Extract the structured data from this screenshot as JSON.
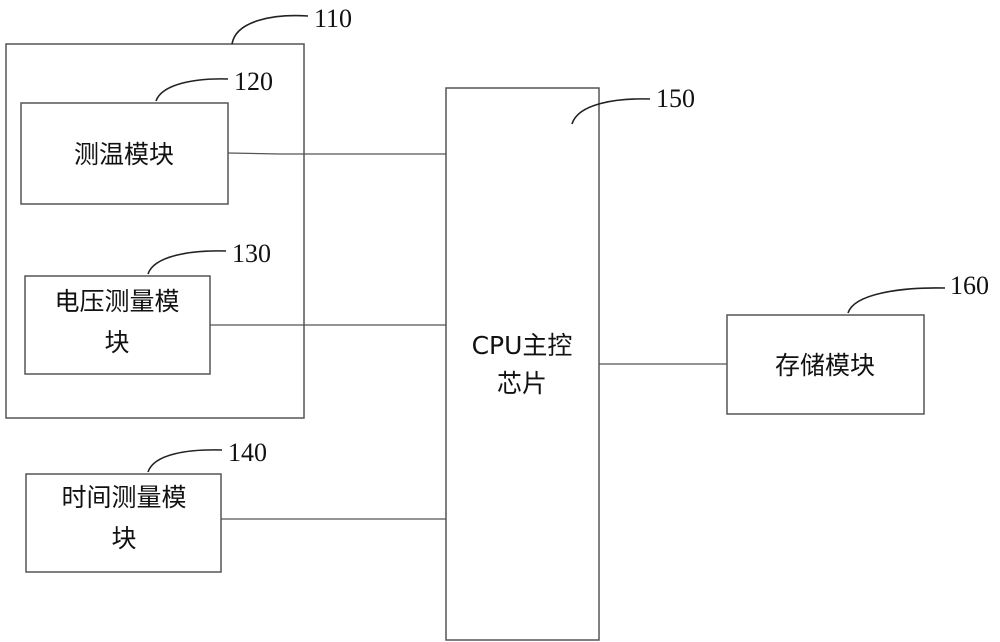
{
  "diagram": {
    "reference_numerals": {
      "group": "110",
      "temperature": "120",
      "voltage": "130",
      "time": "140",
      "cpu": "150",
      "storage": "160"
    },
    "modules": {
      "temperature": {
        "line1": "测温模块"
      },
      "voltage": {
        "line1": "电压测量模",
        "line2": "块"
      },
      "time": {
        "line1": "时间测量模",
        "line2": "块"
      },
      "cpu": {
        "line1": "CPU主控",
        "line2": "芯片"
      },
      "storage": {
        "line1": "存储模块"
      }
    }
  }
}
